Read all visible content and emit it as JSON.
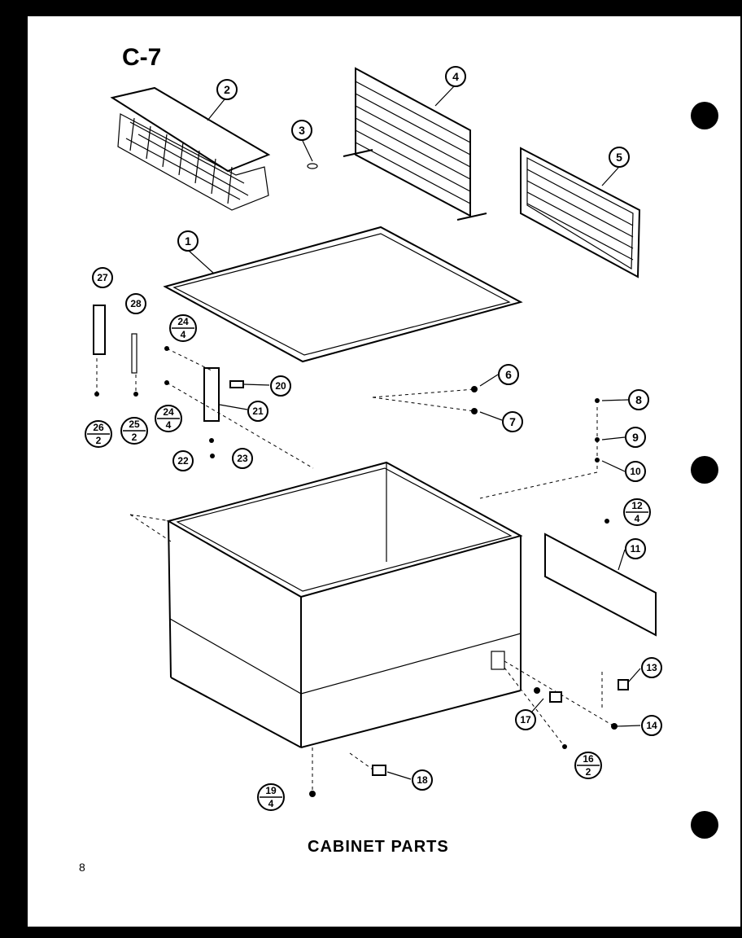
{
  "page": {
    "title": "C-7",
    "caption": "CABINET  PARTS",
    "page_number": "8"
  },
  "callouts": [
    {
      "id": "c1",
      "label": "1"
    },
    {
      "id": "c2",
      "label": "2"
    },
    {
      "id": "c3",
      "label": "3"
    },
    {
      "id": "c4",
      "label": "4"
    },
    {
      "id": "c5",
      "label": "5"
    },
    {
      "id": "c6",
      "label": "6"
    },
    {
      "id": "c7",
      "label": "7"
    },
    {
      "id": "c8",
      "label": "8"
    },
    {
      "id": "c9",
      "label": "9"
    },
    {
      "id": "c10",
      "label": "10"
    },
    {
      "id": "c11",
      "label": "11"
    },
    {
      "id": "c13",
      "label": "13"
    },
    {
      "id": "c14",
      "label": "14"
    },
    {
      "id": "c17",
      "label": "17"
    },
    {
      "id": "c18",
      "label": "18"
    },
    {
      "id": "c20",
      "label": "20"
    },
    {
      "id": "c21",
      "label": "21"
    },
    {
      "id": "c22",
      "label": "22"
    },
    {
      "id": "c23",
      "label": "23"
    },
    {
      "id": "c27",
      "label": "27"
    },
    {
      "id": "c28",
      "label": "28"
    }
  ],
  "fraction_callouts": [
    {
      "id": "f12",
      "num": "12",
      "den": "4"
    },
    {
      "id": "f16",
      "num": "16",
      "den": "2"
    },
    {
      "id": "f19",
      "num": "19",
      "den": "4"
    },
    {
      "id": "f24a",
      "num": "24",
      "den": "4"
    },
    {
      "id": "f24b",
      "num": "24",
      "den": "4"
    },
    {
      "id": "f25",
      "num": "25",
      "den": "2"
    },
    {
      "id": "f26",
      "num": "26",
      "den": "2"
    }
  ]
}
